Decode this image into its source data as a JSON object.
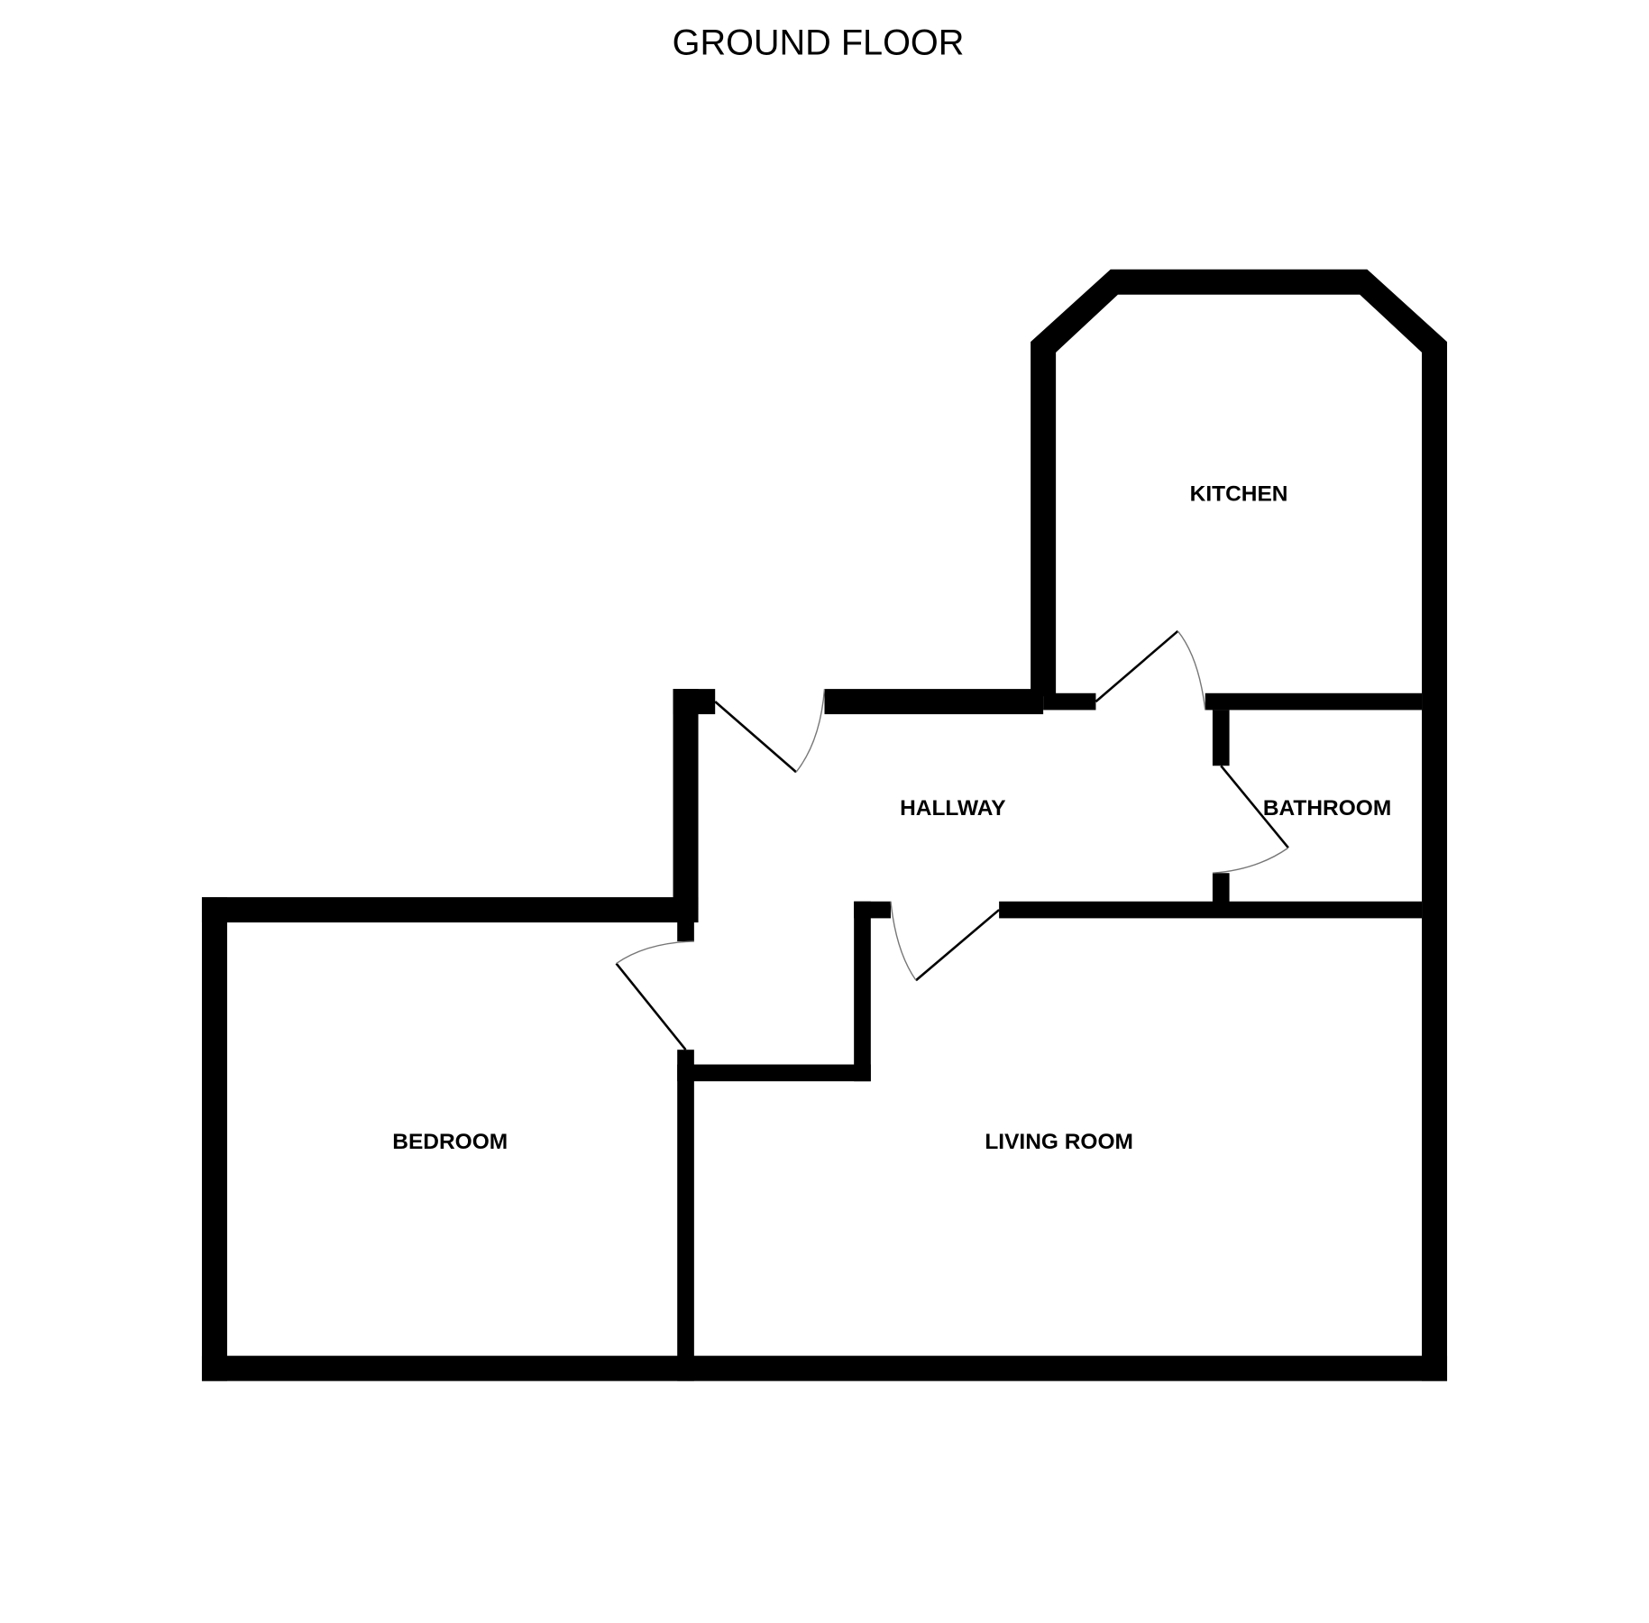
{
  "floor_plan": {
    "title": "GROUND FLOOR",
    "rooms": [
      {
        "id": "kitchen",
        "label": "KITCHEN"
      },
      {
        "id": "hallway",
        "label": "HALLWAY"
      },
      {
        "id": "bathroom",
        "label": "BATHROOM"
      },
      {
        "id": "bedroom",
        "label": "BEDROOM"
      },
      {
        "id": "living_room",
        "label": "LIVING ROOM"
      }
    ],
    "doors": [
      {
        "id": "entrance",
        "connects": [
          "hallway",
          "outside"
        ]
      },
      {
        "id": "kitchen-door",
        "connects": [
          "hallway",
          "kitchen"
        ]
      },
      {
        "id": "bathroom-door",
        "connects": [
          "hallway",
          "bathroom"
        ]
      },
      {
        "id": "bedroom-door",
        "connects": [
          "hallway",
          "bedroom"
        ]
      },
      {
        "id": "living-room-door",
        "connects": [
          "hallway",
          "living_room"
        ]
      }
    ],
    "colors": {
      "wall": "#000000",
      "background": "#ffffff",
      "door_arc": "#777777"
    }
  }
}
